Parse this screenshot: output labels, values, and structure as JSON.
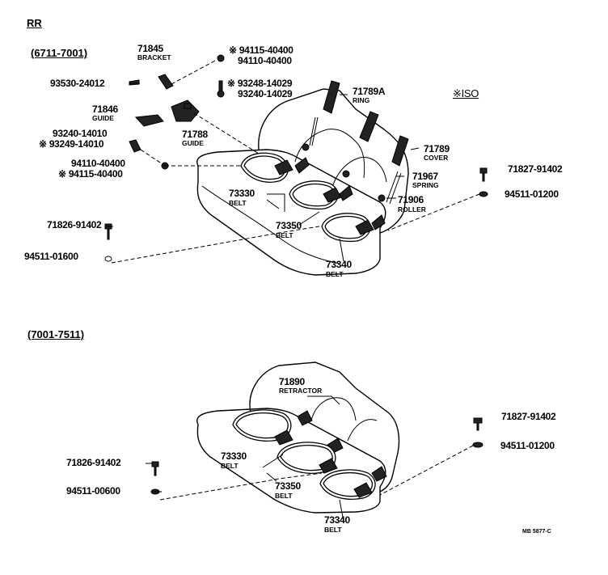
{
  "header": {
    "section": "RR",
    "footer_code": "MB 5877-C"
  },
  "upper": {
    "range": "(6711-7001)",
    "iso_note": "※ISO",
    "parts": {
      "p71845": {
        "num": "71845",
        "name": "BRACKET"
      },
      "p94115_a": {
        "num": "94115-40400",
        "mark": "※"
      },
      "p94110_a": {
        "num": "94110-40400"
      },
      "p93530": {
        "num": "93530-24012"
      },
      "p93248": {
        "num": "93248-14029",
        "mark": "※"
      },
      "p93240_a": {
        "num": "93240-14029"
      },
      "p71789a": {
        "num": "71789A",
        "name": "RING"
      },
      "p71846": {
        "num": "71846",
        "name": "GUIDE"
      },
      "p71788": {
        "num": "71788",
        "name": "GUIDE"
      },
      "p93240_b": {
        "num": "93240-14010"
      },
      "p93249": {
        "num": "93249-14010",
        "mark": "※"
      },
      "p94110_b": {
        "num": "94110-40400"
      },
      "p94115_b": {
        "num": "94115-40400",
        "mark": "※"
      },
      "p71789": {
        "num": "71789",
        "name": "COVER"
      },
      "p71827": {
        "num": "71827-91402"
      },
      "p71967": {
        "num": "71967",
        "name": "SPRING"
      },
      "p94511_a": {
        "num": "94511-01200"
      },
      "p71906": {
        "num": "71906",
        "name": "ROLLER"
      },
      "p73330": {
        "num": "73330",
        "name": "BELT"
      },
      "p71826": {
        "num": "71826-91402"
      },
      "p73350": {
        "num": "73350",
        "name": "BELT"
      },
      "p94511_b": {
        "num": "94511-01600"
      },
      "p73340": {
        "num": "73340",
        "name": "BELT"
      }
    }
  },
  "lower": {
    "range": "(7001-7511)",
    "parts": {
      "p71890": {
        "num": "71890",
        "name": "RETRACTOR"
      },
      "p71827": {
        "num": "71827-91402"
      },
      "p94511_a": {
        "num": "94511-01200"
      },
      "p73330": {
        "num": "73330",
        "name": "BELT"
      },
      "p71826": {
        "num": "71826-91402"
      },
      "p73350": {
        "num": "73350",
        "name": "BELT"
      },
      "p94511_b": {
        "num": "94511-00600"
      },
      "p73340": {
        "num": "73340",
        "name": "BELT"
      }
    }
  }
}
